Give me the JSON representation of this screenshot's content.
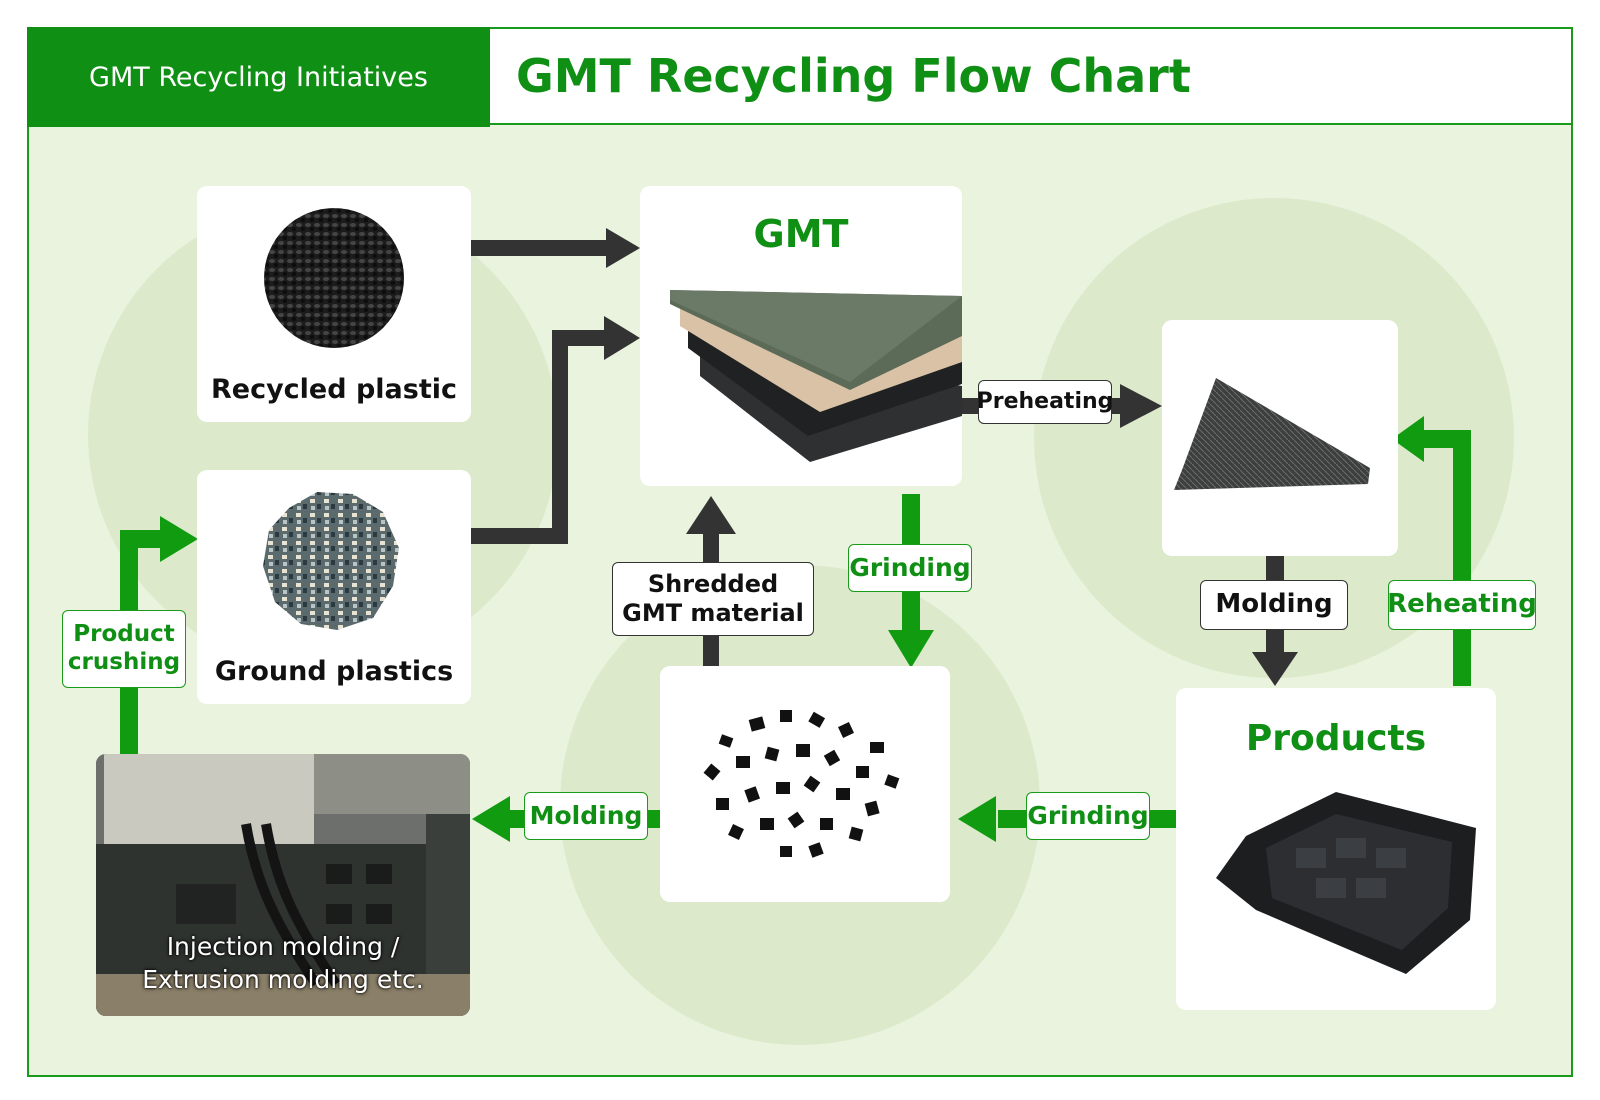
{
  "header": {
    "section_label": "GMT Recycling Initiatives",
    "title": "GMT Recycling Flow Chart"
  },
  "nodes": {
    "recycled_plastic": "Recycled plastic",
    "ground_plastics": "Ground plastics",
    "gmt": "GMT",
    "products": "Products",
    "injection_line1": "Injection molding /",
    "injection_line2": "Extrusion molding etc."
  },
  "labels": {
    "preheating": "Preheating",
    "molding_right": "Molding",
    "reheating": "Reheating",
    "grinding_top": "Grinding",
    "shredded_line1": "Shredded",
    "shredded_line2": "GMT material",
    "grinding_bottom": "Grinding",
    "molding_bottom": "Molding",
    "product_crushing_line1": "Product",
    "product_crushing_line2": "crushing"
  },
  "colors": {
    "brand_green": "#0f8f14",
    "arrow_dark": "#333333",
    "background": "#eaf3dd"
  }
}
